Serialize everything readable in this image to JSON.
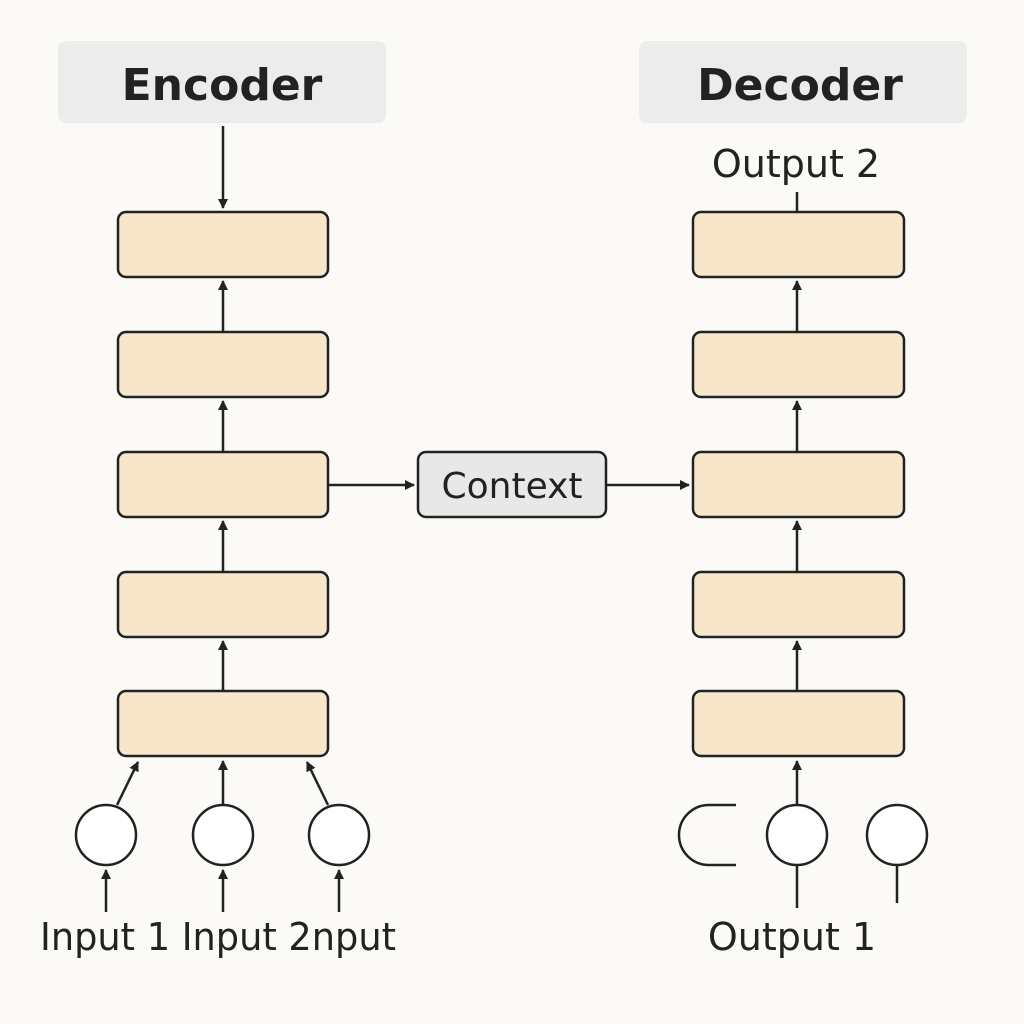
{
  "encoder": {
    "title": "Encoder",
    "input_labels_text": "Input 1 Input 2nput"
  },
  "decoder": {
    "title": "Decoder",
    "top_label": "Output 2",
    "bottom_label": "Output 1"
  },
  "context": {
    "label": "Context"
  },
  "colors": {
    "layer_fill": "#f8e6cb",
    "header_fill": "#ececec",
    "context_fill": "#e8e8e8",
    "line": "#222222",
    "background": "#fbfaf7"
  }
}
